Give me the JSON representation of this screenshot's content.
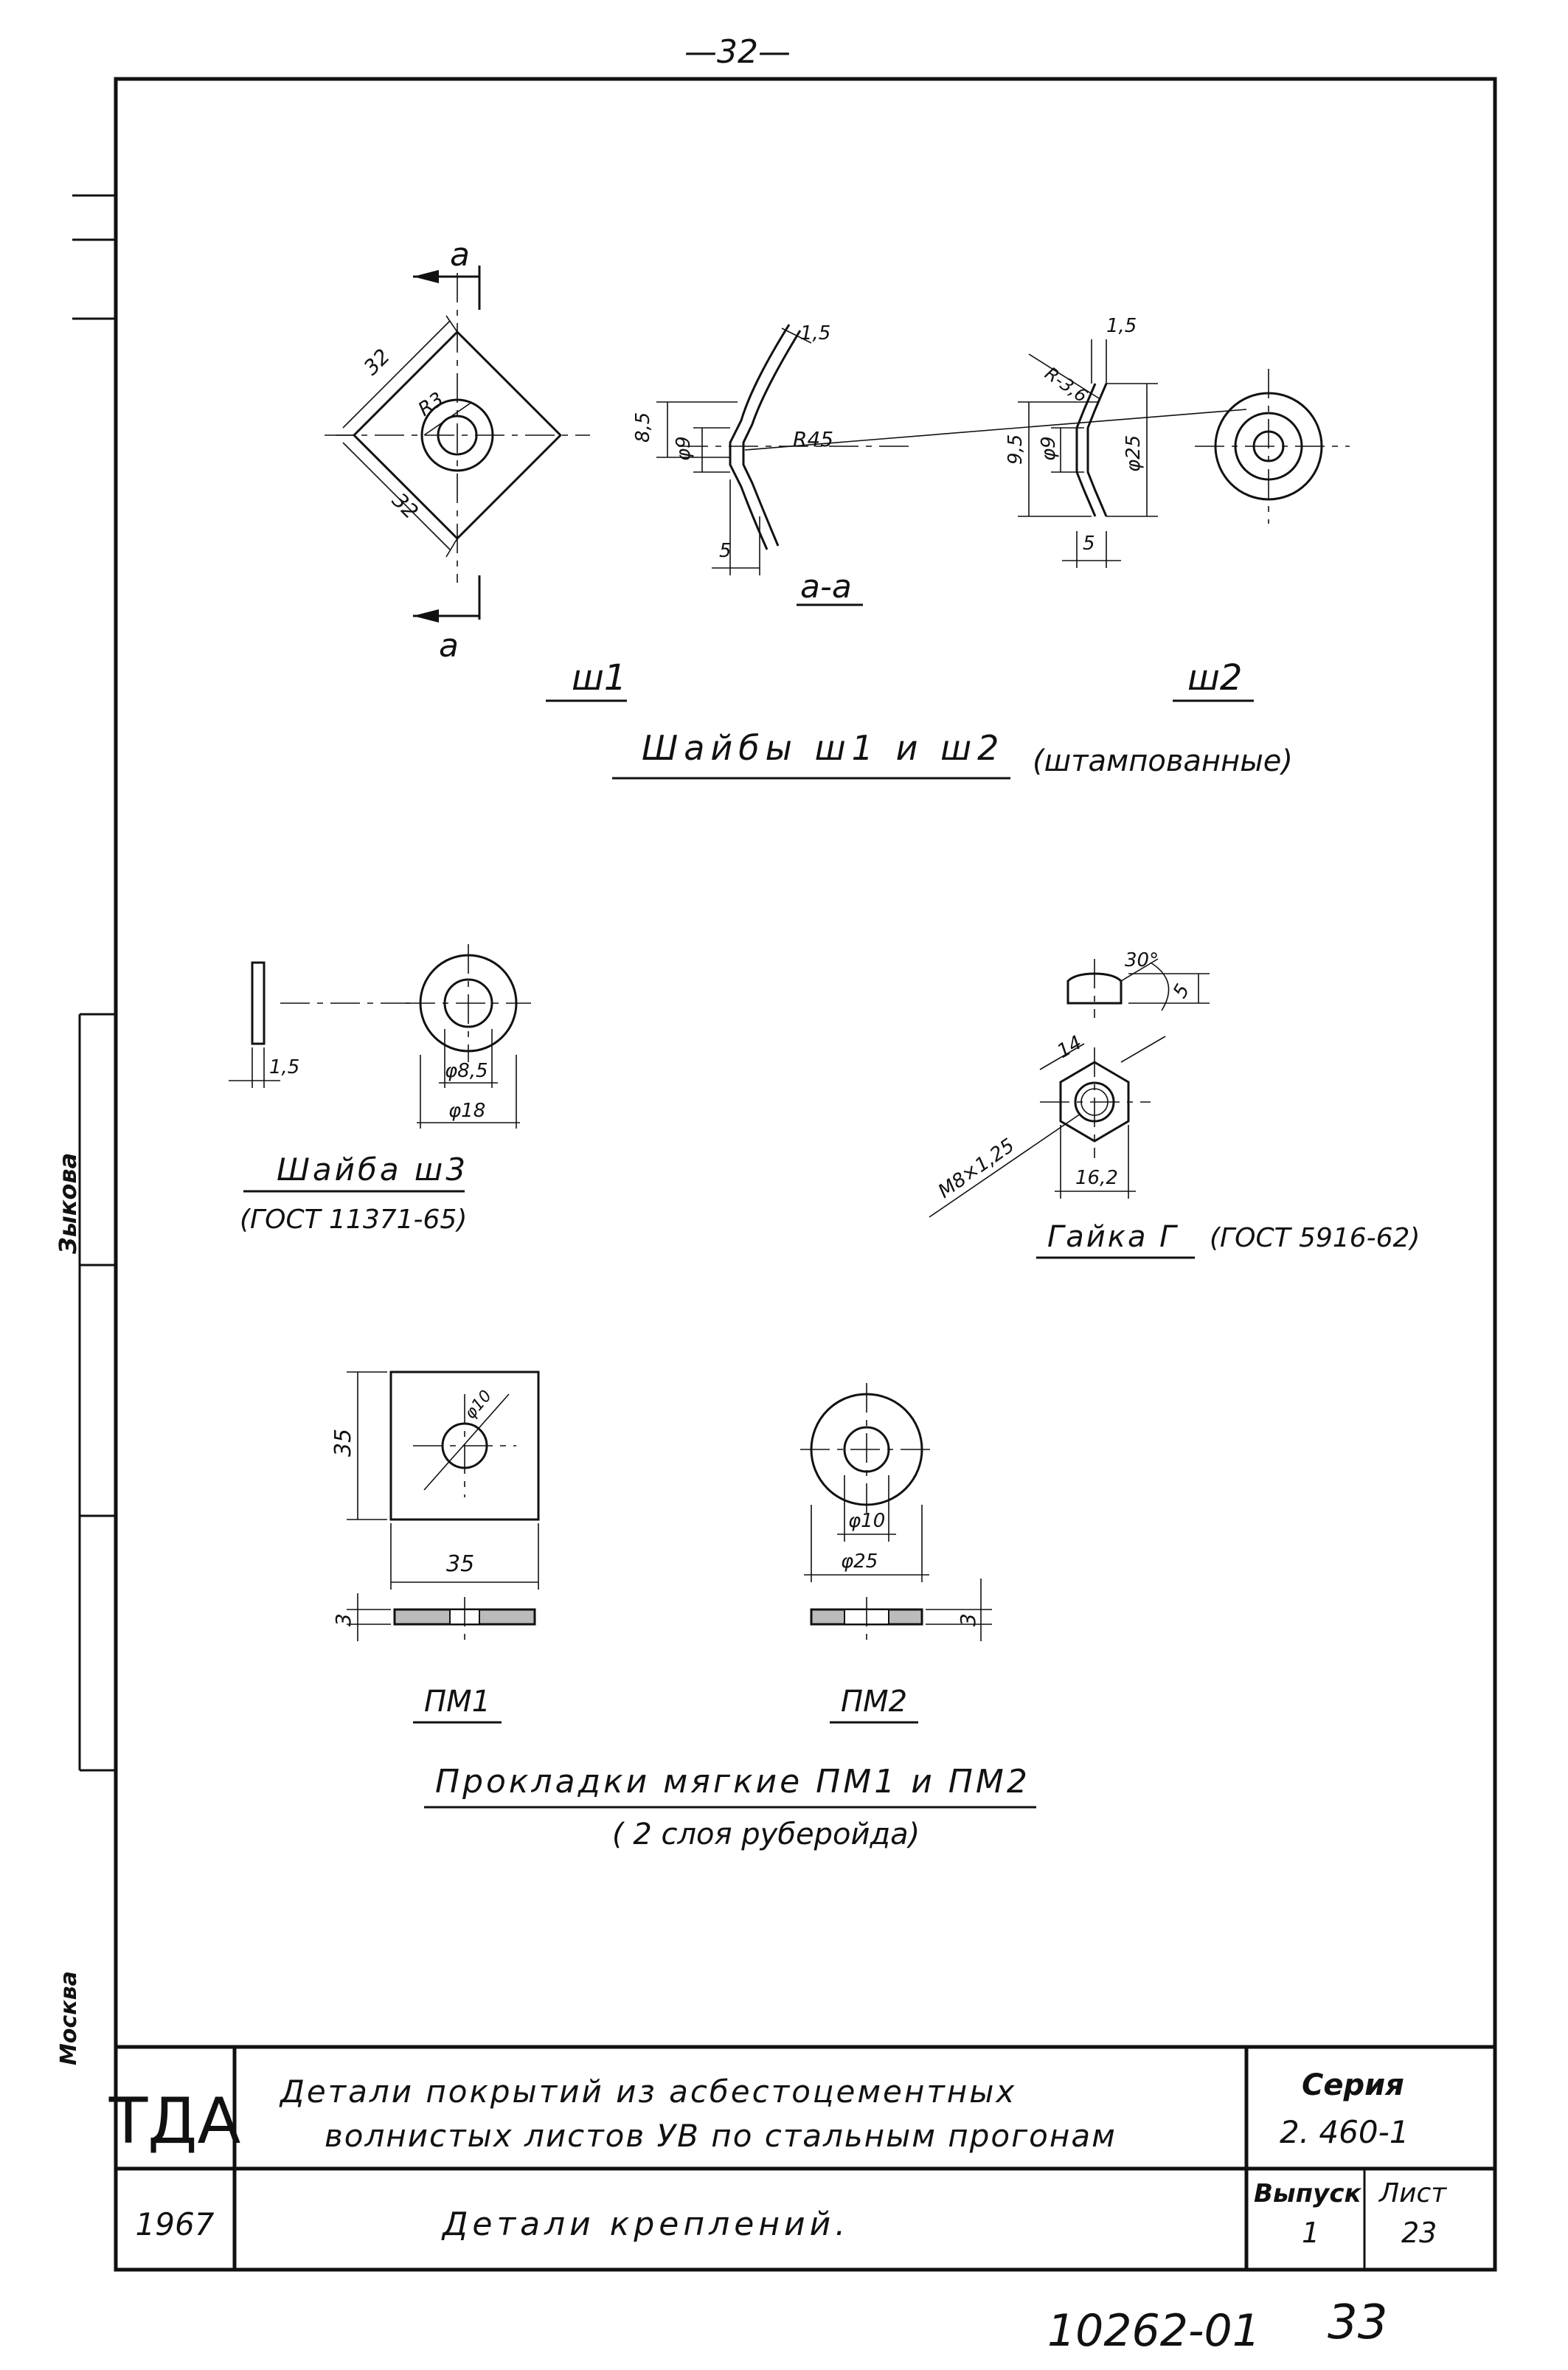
{
  "page_number": "—32—",
  "section_marks": {
    "a_top": "a",
    "a_bottom": "a"
  },
  "washer_sh1": {
    "dims": {
      "side_a": "32",
      "side_b": "32",
      "radius": "R3",
      "height": "8,5",
      "hole": "φ9",
      "bend_radius": "R45",
      "thickness": "1,5",
      "offset": "5"
    },
    "section_label": "a-a",
    "label": "ш1"
  },
  "washer_sh2": {
    "dims": {
      "radius": "R-3,6",
      "thickness": "1,5",
      "height": "9,5",
      "hole": "φ9",
      "outer": "φ25",
      "offset": "5"
    },
    "label": "ш2"
  },
  "washers_caption": {
    "title": "Шайбы ш1 и ш2",
    "note": "(штампованные)"
  },
  "washer_sh3": {
    "dims": {
      "thickness": "1,5",
      "inner": "φ8,5",
      "outer": "φ18"
    },
    "title": "Шайба ш3",
    "standard": "(ГОСТ 11371-65)"
  },
  "nut_g": {
    "dims": {
      "angle": "30°",
      "height": "5",
      "across_flats": "14",
      "thread": "M8×1,25",
      "across_corners": "16,2"
    },
    "title": "Гайка Г",
    "standard": "(ГОСТ 5916-62)"
  },
  "pad_pm1": {
    "dims": {
      "hole": "φ10",
      "side_v": "35",
      "side_h": "35",
      "thick": "3"
    },
    "label": "ПМ1"
  },
  "pad_pm2": {
    "dims": {
      "inner": "φ10",
      "outer": "φ25",
      "thick": "3"
    },
    "label": "ПМ2"
  },
  "pads_caption": {
    "title": "Прокладки мягкие ПМ1 и ПМ2",
    "note": "( 2 слоя руберойда)"
  },
  "side_margin": {
    "name": "Зыкова",
    "city": "Москва"
  },
  "title_block": {
    "org": "ТДА",
    "year": "1967",
    "title_line1": "Детали покрытий из асбестоцементных",
    "title_line2": "волнистых листов УВ по стальным прогонам",
    "subtitle": "Детали креплений.",
    "series_label": "Серия",
    "series_value": "2. 460-1",
    "issue_label": "Выпуск",
    "issue_value": "1",
    "sheet_label": "Лист",
    "sheet_value": "23"
  },
  "footer": {
    "doc_number": "10262-01",
    "page": "33"
  }
}
